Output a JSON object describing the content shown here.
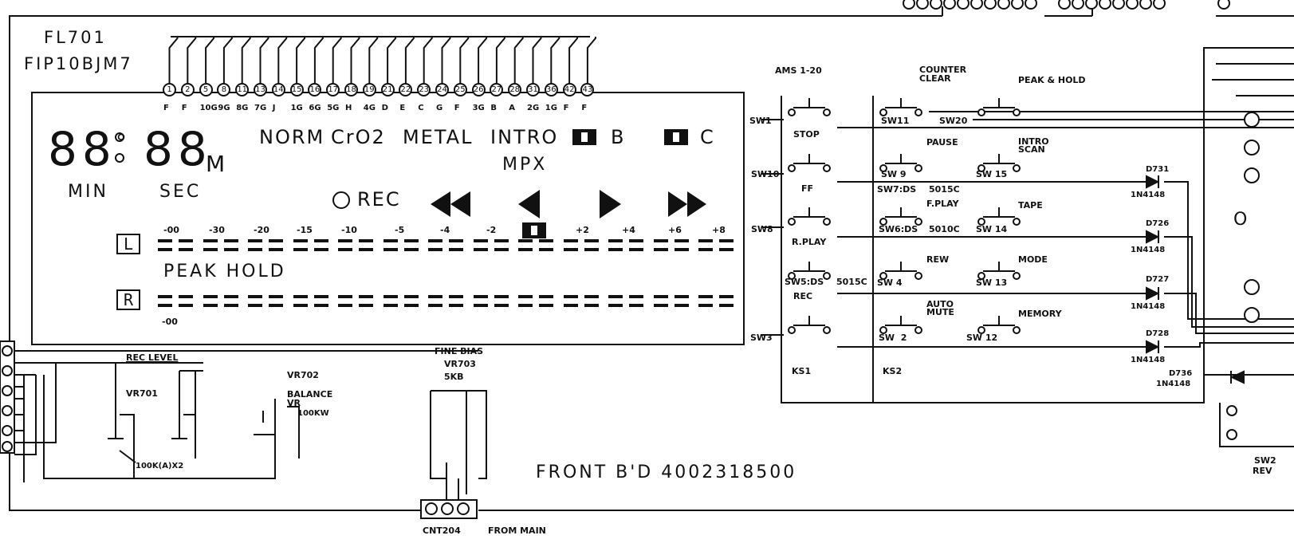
{
  "fl701": {
    "ref": "FL701",
    "part": "FIP10BJM7"
  },
  "fip_pins": [
    "1",
    "2",
    "5",
    "8",
    "11",
    "13",
    "14",
    "15",
    "16",
    "17",
    "18",
    "19",
    "21",
    "22",
    "23",
    "24",
    "25",
    "26",
    "27",
    "28",
    "31",
    "36",
    "42",
    "43"
  ],
  "fip_pin_labels": [
    "F",
    "F",
    "10G",
    "9G",
    "8G",
    "7G",
    "J",
    "1G",
    "6G",
    "5G",
    "H",
    "4G",
    "D",
    "E",
    "C",
    "G",
    "F",
    "3G",
    "B",
    "A",
    "2G",
    "1G",
    "F",
    "F"
  ],
  "display": {
    "tape_types": [
      "NORM",
      "CrO2",
      "METAL",
      "INTRO"
    ],
    "nr_b": "B",
    "nr_c": "C",
    "m_unit": "M",
    "mpx": "MPX",
    "min": "MIN",
    "sec": "SEC",
    "rec": "REC",
    "db_scale": [
      "-00",
      "-30",
      "-20",
      "-15",
      "-10",
      "-5",
      "-4",
      "-2",
      "",
      "+2",
      "+4",
      "+6",
      "+8"
    ],
    "ch_l": "L",
    "ch_r": "R",
    "peak_hold": "PEAK HOLD",
    "bottom_db": "-00"
  },
  "switches": {
    "col1_top": "AMS 1-20",
    "sw1": "SW1",
    "stop": "STOP",
    "sw10": "SW10",
    "ff": "FF",
    "sw8": "SW8",
    "rplay": "R.PLAY",
    "sw5": "SW5:DS",
    "sw5_part": "5015C",
    "rec": "REC",
    "sw3": "SW3",
    "ks1": "KS1",
    "counter_clear": "COUNTER\nCLEAR",
    "sw11": "SW11",
    "sw20": "SW20",
    "pause": "PAUSE",
    "sw9": "SW 9",
    "sw7": "SW7:DS",
    "sw7_part": "5015C",
    "fplay": "F.PLAY",
    "sw6": "SW6:DS",
    "sw6_part": "5010C",
    "rew": "REW",
    "sw4": "SW 4",
    "auto_mute": "AUTO\nMUTE",
    "sw2": "SW  2",
    "ks2": "KS2",
    "peak_hold": "PEAK & HOLD",
    "intro_scan": "INTRO\nSCAN",
    "sw15": "SW 15",
    "tape": "TAPE",
    "sw14": "SW 14",
    "mode": "MODE",
    "sw13": "SW 13",
    "memory": "MEMORY",
    "sw12": "SW 12"
  },
  "diodes": [
    {
      "ref": "D731",
      "part": "1N4148"
    },
    {
      "ref": "D726",
      "part": "1N4148"
    },
    {
      "ref": "D727",
      "part": "1N4148"
    },
    {
      "ref": "D728",
      "part": "1N4148"
    },
    {
      "ref": "D736",
      "part": "1N4148"
    }
  ],
  "pots": {
    "rec_level": "REC LEVEL",
    "vr701": "VR701",
    "vr702": "VR702",
    "balance_vr": "BALANCE\nVR",
    "vr702_val": "100KW",
    "vr701_val": "100K(A)X2",
    "fine_bias": "FINE BIAS",
    "vr703": "VR703",
    "vr703_val": "5KB"
  },
  "board": "FRONT B'D 4002318500",
  "connector": {
    "ref": "CNT204",
    "note": "FROM MAIN"
  },
  "right_partial": {
    "sw2": "SW2",
    "rev": "REV",
    "o": "O"
  }
}
